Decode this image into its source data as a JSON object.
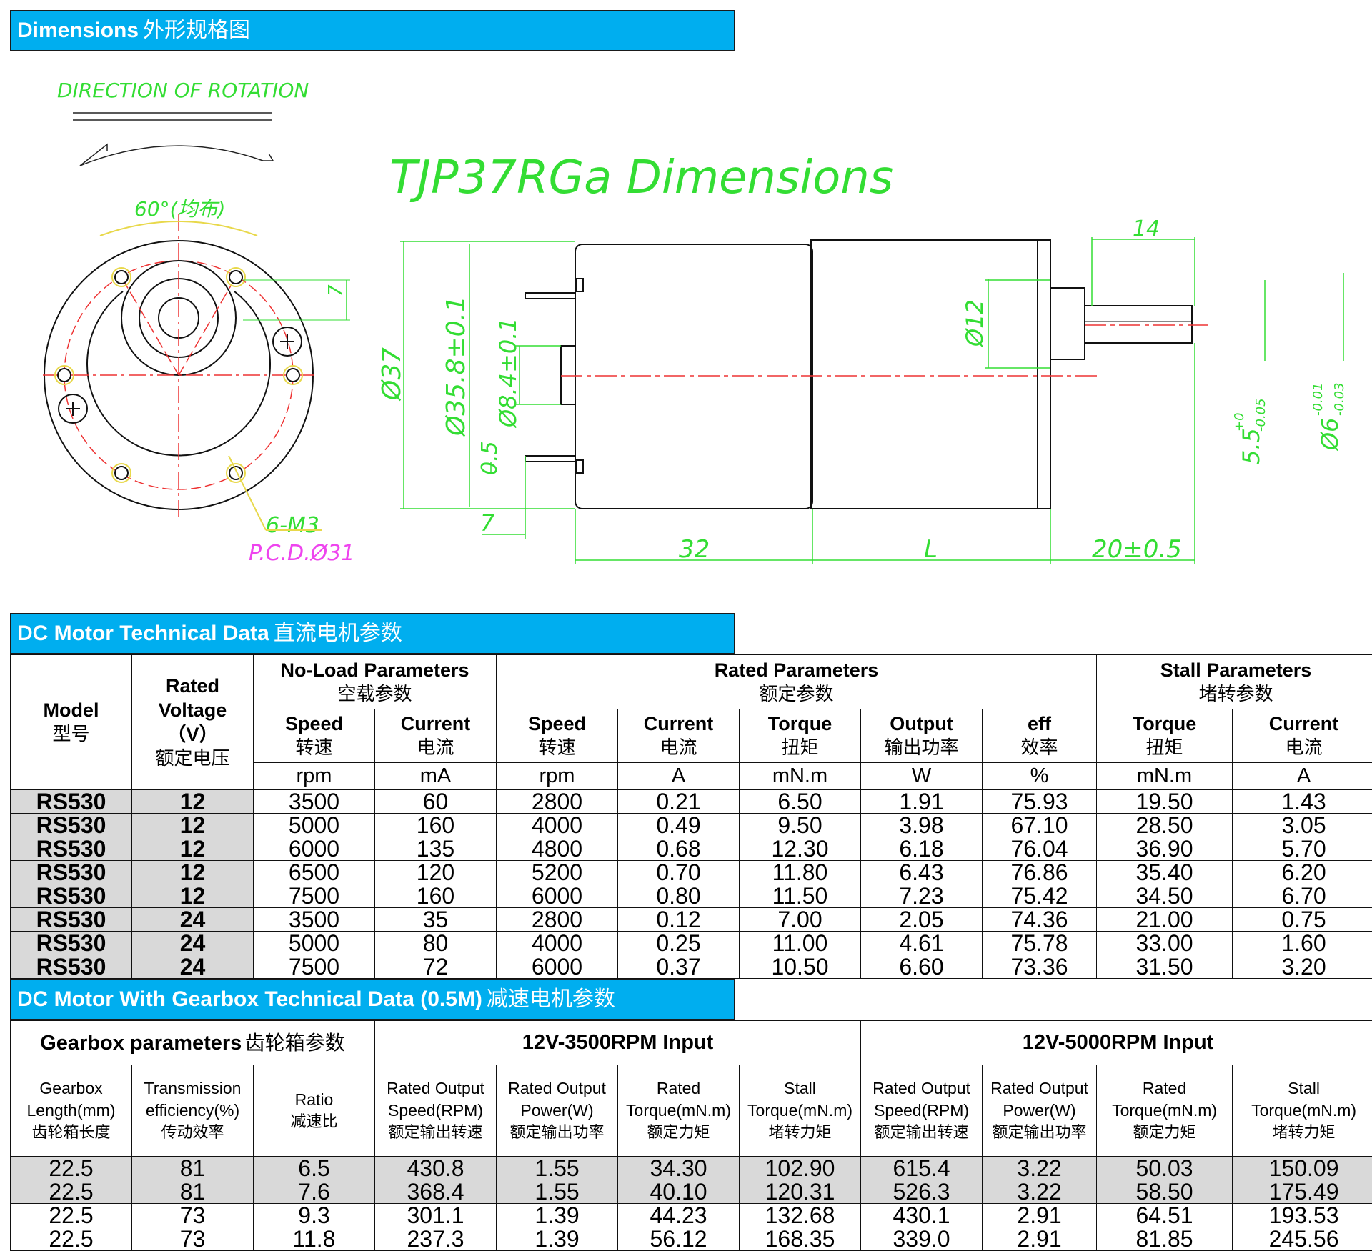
{
  "dimensions": {
    "title": "Dimensions",
    "title_cn": "外形规格图",
    "drawing_title": "TJP37RGa Dimensions",
    "direction_label": "DIRECTION OF ROTATION",
    "angle_label": "60°(均布)",
    "screw_label": "6-M3",
    "pcd_label": "P.C.D.Ø31",
    "dims": {
      "d37": "Ø37",
      "d358": "Ø35.8±0.1",
      "d84": "Ø8.4±0.1",
      "d12": "Ø12",
      "shaft_flat": "5.5",
      "shaft_flat_tol_up": "+0",
      "shaft_flat_tol_dn": "-0.05",
      "shaft_dia": "Ø6",
      "shaft_dia_tol_up": "-0.01",
      "shaft_dia_tol_dn": "-0.03",
      "offset7": "7",
      "flange7": "7",
      "pin05": "0.5",
      "len32": "32",
      "lenL": "L",
      "shaft_len": "20±0.5",
      "shaft14": "14"
    }
  },
  "dc_motor": {
    "title": "DC Motor Technical Data",
    "title_cn": "直流电机参数",
    "headers": {
      "model": "Model",
      "model_cn": "型号",
      "voltage": "Rated Voltage",
      "voltage_unit": "（V）",
      "voltage_cn": "额定电压",
      "noload": "No-Load Parameters",
      "noload_cn": "空载参数",
      "rated": "Rated Parameters",
      "rated_cn": "额定参数",
      "stall": "Stall Parameters",
      "stall_cn": "堵转参数",
      "speed": "Speed",
      "speed_cn": "转速",
      "current": "Current",
      "current_cn": "电流",
      "torque": "Torque",
      "torque_cn": "扭矩",
      "output": "Output",
      "output_cn": "输出功率",
      "eff": "eff",
      "eff_cn": "效率",
      "units": [
        "rpm",
        "mA",
        "rpm",
        "A",
        "mN.m",
        "W",
        "%",
        "mN.m",
        "A"
      ]
    },
    "rows": [
      [
        "RS530",
        "12",
        "3500",
        "60",
        "2800",
        "0.21",
        "6.50",
        "1.91",
        "75.93",
        "19.50",
        "1.43"
      ],
      [
        "RS530",
        "12",
        "5000",
        "160",
        "4000",
        "0.49",
        "9.50",
        "3.98",
        "67.10",
        "28.50",
        "3.05"
      ],
      [
        "RS530",
        "12",
        "6000",
        "135",
        "4800",
        "0.68",
        "12.30",
        "6.18",
        "76.04",
        "36.90",
        "5.70"
      ],
      [
        "RS530",
        "12",
        "6500",
        "120",
        "5200",
        "0.70",
        "11.80",
        "6.43",
        "76.86",
        "35.40",
        "6.20"
      ],
      [
        "RS530",
        "12",
        "7500",
        "160",
        "6000",
        "0.80",
        "11.50",
        "7.23",
        "75.42",
        "34.50",
        "6.70"
      ],
      [
        "RS530",
        "24",
        "3500",
        "35",
        "2800",
        "0.12",
        "7.00",
        "2.05",
        "74.36",
        "21.00",
        "0.75"
      ],
      [
        "RS530",
        "24",
        "5000",
        "80",
        "4000",
        "0.25",
        "11.00",
        "4.61",
        "75.78",
        "33.00",
        "1.60"
      ],
      [
        "RS530",
        "24",
        "7500",
        "72",
        "6000",
        "0.37",
        "10.50",
        "6.60",
        "73.36",
        "31.50",
        "3.20"
      ]
    ]
  },
  "gearbox": {
    "title": "DC Motor With Gearbox Technical Data (0.5M)",
    "title_cn": "减速电机参数",
    "params": "Gearbox parameters",
    "params_cn": "齿轮箱参数",
    "input_a": "12V-3500RPM Input",
    "input_b": "12V-5000RPM Input",
    "cols": [
      [
        "Gearbox",
        "Length(mm)",
        "齿轮箱长度"
      ],
      [
        "Transmission",
        "efficiency(%)",
        "传动效率"
      ],
      [
        "Ratio",
        "减速比"
      ],
      [
        "Rated Output",
        "Speed(RPM)",
        "额定输出转速"
      ],
      [
        "Rated Output",
        "Power(W)",
        "额定输出功率"
      ],
      [
        "Rated",
        "Torque(mN.m)",
        "额定力矩"
      ],
      [
        "Stall",
        "Torque(mN.m)",
        "堵转力矩"
      ],
      [
        "Rated Output",
        "Speed(RPM)",
        "额定输出转速"
      ],
      [
        "Rated Output",
        "Power(W)",
        "额定输出功率"
      ],
      [
        "Rated",
        "Torque(mN.m)",
        "额定力矩"
      ],
      [
        "Stall",
        "Torque(mN.m)",
        "堵转力矩"
      ]
    ],
    "rows": [
      [
        "22.5",
        "81",
        "6.5",
        "430.8",
        "1.55",
        "34.30",
        "102.90",
        "615.4",
        "3.22",
        "50.03",
        "150.09"
      ],
      [
        "22.5",
        "81",
        "7.6",
        "368.4",
        "1.55",
        "40.10",
        "120.31",
        "526.3",
        "3.22",
        "58.50",
        "175.49"
      ],
      [
        "22.5",
        "73",
        "9.3",
        "301.1",
        "1.39",
        "44.23",
        "132.68",
        "430.1",
        "2.91",
        "64.51",
        "193.53"
      ],
      [
        "22.5",
        "73",
        "11.8",
        "237.3",
        "1.39",
        "56.12",
        "168.35",
        "339.0",
        "2.91",
        "81.85",
        "245.56"
      ]
    ]
  }
}
